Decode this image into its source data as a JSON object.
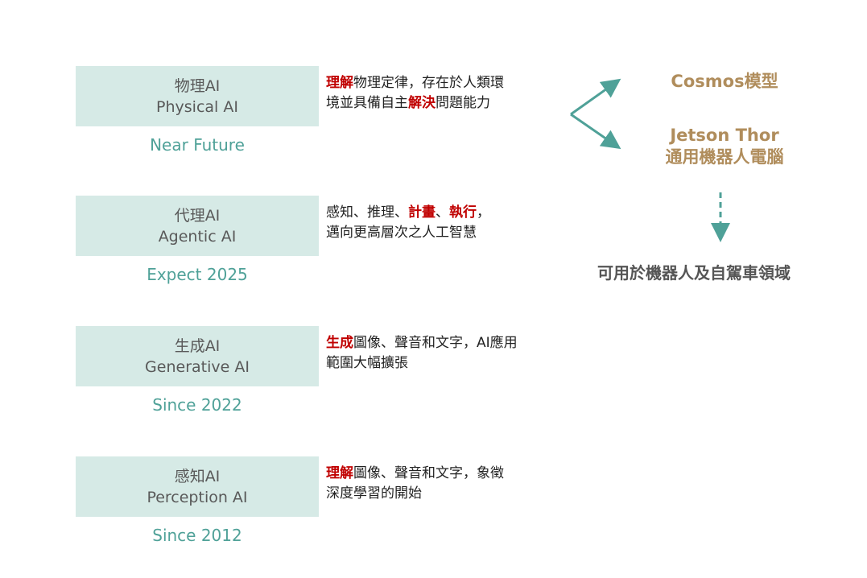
{
  "stages": [
    {
      "zh": "物理AI",
      "en": "Physical AI",
      "era": "Near Future",
      "lines": [
        [
          {
            "t": "理解",
            "h": true
          },
          {
            "t": "物理定律，存在於人類環",
            "h": false
          }
        ],
        [
          {
            "t": "境並具備自主",
            "h": false
          },
          {
            "t": "解決",
            "h": true
          },
          {
            "t": "問題能力",
            "h": false
          }
        ]
      ]
    },
    {
      "zh": "代理AI",
      "en": "Agentic AI",
      "era": "Expect 2025",
      "lines": [
        [
          {
            "t": "感知、推理、",
            "h": false
          },
          {
            "t": "計畫",
            "h": true
          },
          {
            "t": "、",
            "h": false
          },
          {
            "t": "執行",
            "h": true
          },
          {
            "t": "，",
            "h": false
          }
        ],
        [
          {
            "t": "邁向更高層次之人工智慧",
            "h": false
          }
        ]
      ]
    },
    {
      "zh": "生成AI",
      "en": "Generative AI",
      "era": "Since 2022",
      "lines": [
        [
          {
            "t": "生成",
            "h": true
          },
          {
            "t": "圖像、聲音和文字，AI應用",
            "h": false
          }
        ],
        [
          {
            "t": "範圍大幅擴張",
            "h": false
          }
        ]
      ]
    },
    {
      "zh": "感知AI",
      "en": "Perception AI",
      "era": "Since 2012",
      "lines": [
        [
          {
            "t": "理解",
            "h": true
          },
          {
            "t": "圖像、聲音和文字，象徵",
            "h": false
          }
        ],
        [
          {
            "t": "深度學習的開始",
            "h": false
          }
        ]
      ]
    }
  ],
  "outputs": {
    "cosmos": "Cosmos模型",
    "jetson_line1": "Jetson Thor",
    "jetson_line2": "通用機器人電腦",
    "application": "可用於機器人及自駕車領域"
  },
  "colors": {
    "box": "#d6eae6",
    "teal": "#4fa198",
    "gold": "#b08d5c",
    "highlight": "#c00000"
  }
}
